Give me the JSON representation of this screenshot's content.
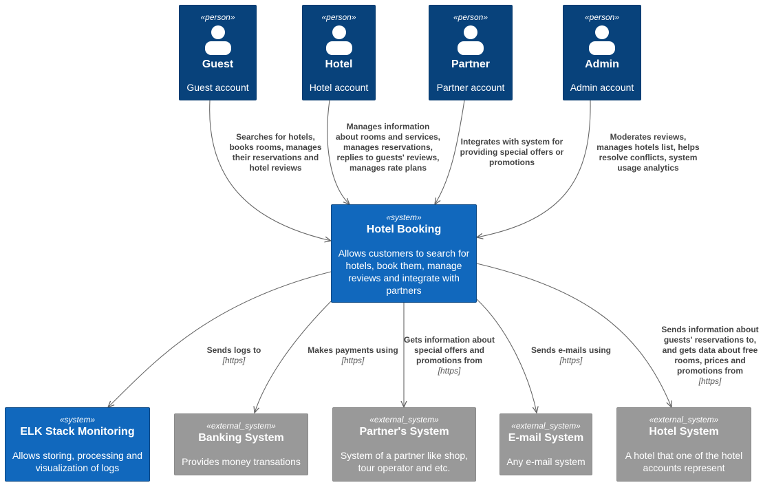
{
  "persons": [
    {
      "key": "guest",
      "stereotype": "«person»",
      "name": "Guest",
      "description": "Guest account"
    },
    {
      "key": "hotel",
      "stereotype": "«person»",
      "name": "Hotel",
      "description": "Hotel account"
    },
    {
      "key": "partner",
      "stereotype": "«person»",
      "name": "Partner",
      "description": "Partner account"
    },
    {
      "key": "admin",
      "stereotype": "«person»",
      "name": "Admin",
      "description": "Admin account"
    }
  ],
  "core_system": {
    "stereotype": "«system»",
    "name": "Hotel Booking",
    "description": "Allows customers to search for hotels, book them, manage reviews and integrate with partners"
  },
  "downstream": [
    {
      "key": "elk",
      "stereotype": "«system»",
      "name": "ELK Stack Monitoring",
      "description": "Allows storing, processing and visualization of logs",
      "kind": "system"
    },
    {
      "key": "banking",
      "stereotype": "«external_system»",
      "name": "Banking System",
      "description": "Provides money transations",
      "kind": "external"
    },
    {
      "key": "partner_sys",
      "stereotype": "«external_system»",
      "name": "Partner's System",
      "description": "System of a partner like shop, tour operator and etc.",
      "kind": "external"
    },
    {
      "key": "email",
      "stereotype": "«external_system»",
      "name": "E-mail System",
      "description": "Any e-mail system",
      "kind": "external"
    },
    {
      "key": "hotel_sys",
      "stereotype": "«external_system»",
      "name": "Hotel System",
      "description": "A hotel that one of the hotel accounts represent",
      "kind": "external"
    }
  ],
  "relations": [
    {
      "from": "guest",
      "to": "core",
      "label": "Searches for hotels, books rooms, manages their reservations and hotel reviews",
      "tech": ""
    },
    {
      "from": "hotel",
      "to": "core",
      "label": "Manages information about rooms and services, manages reservations, replies to guests' reviews, manages rate plans",
      "tech": ""
    },
    {
      "from": "partner",
      "to": "core",
      "label": "Integrates with system for providing special offers or promotions",
      "tech": ""
    },
    {
      "from": "admin",
      "to": "core",
      "label": "Moderates reviews, manages hotels list, helps resolve conflicts, system usage analytics",
      "tech": ""
    },
    {
      "from": "core",
      "to": "elk",
      "label": "Sends logs to",
      "tech": "[https]"
    },
    {
      "from": "core",
      "to": "banking",
      "label": "Makes payments using",
      "tech": "[https]"
    },
    {
      "from": "core",
      "to": "partner_sys",
      "label": "Gets information about special offers and promotions from",
      "tech": "[https]"
    },
    {
      "from": "core",
      "to": "email",
      "label": "Sends e-mails using",
      "tech": "[https]"
    },
    {
      "from": "core",
      "to": "hotel_sys",
      "label": "Sends information about guests' reservations to, and gets data about free rooms, prices and promotions from",
      "tech": "[https]"
    }
  ],
  "colors": {
    "person": "#08427b",
    "system": "#1168bd",
    "external": "#999999",
    "edge": "#666666"
  }
}
